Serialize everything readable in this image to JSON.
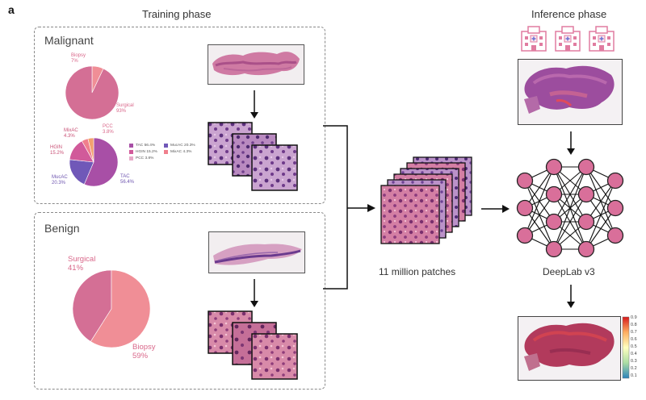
{
  "panel_letter": "a",
  "training": {
    "title": "Training phase",
    "malignant": {
      "title": "Malignant",
      "pie1": [
        {
          "label": "Biopsy",
          "value": "7%",
          "percent": 7,
          "color": "#f08e96"
        },
        {
          "label": "Surgical",
          "value": "93%",
          "percent": 93,
          "color": "#d46f95"
        }
      ],
      "pie2": [
        {
          "label": "TAC",
          "value": "56.4%",
          "percent": 56.4,
          "color": "#a84fa6"
        },
        {
          "label": "MucAC",
          "value": "20.3%",
          "percent": 20.3,
          "color": "#7058b8"
        },
        {
          "label": "HGIN",
          "value": "15.2%",
          "percent": 15.2,
          "color": "#d15a9a"
        },
        {
          "label": "MixAC",
          "value": "4.3%",
          "percent": 4.3,
          "color": "#f07f8d"
        },
        {
          "label": "PCC",
          "value": "3.8%",
          "percent": 3.8,
          "color": "#f2a06e"
        }
      ],
      "legend": [
        {
          "text": "TAC 56.4%",
          "color": "#a84fa6"
        },
        {
          "text": "MucAC 20.3%",
          "color": "#7058b8"
        },
        {
          "text": "HGIN 15.2%",
          "color": "#d15a9a"
        },
        {
          "text": "MixAC 4.3%",
          "color": "#f07f8d"
        },
        {
          "text": "PCC 3.8%",
          "color": "#e7a8c7"
        }
      ]
    },
    "benign": {
      "title": "Benign",
      "pie": [
        {
          "label": "Surgical",
          "value": "41%",
          "percent": 41,
          "color": "#d46f95"
        },
        {
          "label": "Biopsy",
          "value": "59%",
          "percent": 59,
          "color": "#f08e96"
        }
      ]
    }
  },
  "patches": {
    "caption": "11 million patches"
  },
  "inference": {
    "title": "Inference phase",
    "hospital_icon_count": 3,
    "model_label": "DeepLab v3",
    "network_layers": [
      3,
      4,
      4,
      3
    ],
    "colorbar": {
      "ticks": [
        "0.9",
        "0.8",
        "0.7",
        "0.6",
        "0.5",
        "0.4",
        "0.3",
        "0.2",
        "0.1"
      ],
      "colors": [
        "#d7191c",
        "#fdae61",
        "#ffffbf",
        "#abdda4",
        "#2b83ba"
      ]
    }
  },
  "colors": {
    "node_fill": "#d96f9a",
    "node_stroke": "#222222",
    "accent_pink": "#d9678a",
    "accent_purple": "#6f56b0",
    "tissue_pink": "#cf6a9c",
    "tissue_purple": "#7a3d8f"
  }
}
